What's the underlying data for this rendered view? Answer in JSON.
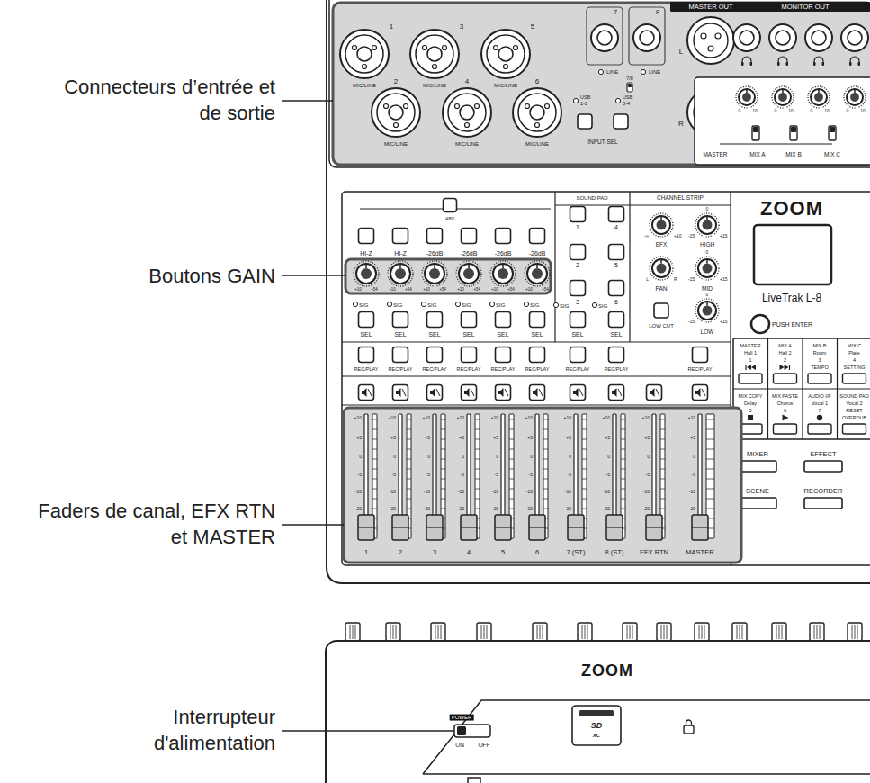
{
  "diagram": {
    "labels": [
      "Connecteurs d’entrée et de sortie",
      "Boutons GAIN",
      "Faders de canal, EFX RTN et MASTER",
      "Interrupteur d'alimentation",
      "1",
      "2",
      "3",
      "4",
      "5",
      "6",
      "MIC/LINE",
      "MIC/LINE",
      "MIC/LINE",
      "MIC/LINE",
      "MIC/LINE",
      "MIC/LINE",
      "7",
      "8",
      "LINE",
      "LINE",
      "7/8",
      "USB 1-2",
      "USB 3-4",
      "INPUT SEL",
      "MASTER OUT",
      "MONITOR OUT",
      "L",
      "R",
      "0",
      "10",
      "0",
      "10",
      "0",
      "10",
      "0",
      "10",
      "MASTER",
      "MIX A",
      "MIX B",
      "MIX C",
      "48V",
      "HI-Z",
      "HI-Z",
      "-26dB",
      "-26dB",
      "-26dB",
      "-26dB",
      "+10",
      "+54",
      "+10",
      "+54",
      "+10",
      "+54",
      "+10",
      "+54",
      "+10",
      "+54",
      "+10",
      "+54",
      "SIG",
      "SIG",
      "SIG",
      "SIG",
      "SIG",
      "SIG",
      "SIG",
      "SIG",
      "SEL",
      "SEL",
      "SEL",
      "SEL",
      "SEL",
      "SEL",
      "SEL",
      "SEL",
      "REC/PLAY",
      "REC/PLAY",
      "REC/PLAY",
      "REC/PLAY",
      "REC/PLAY",
      "REC/PLAY",
      "REC/PLAY",
      "REC/PLAY",
      "REC/PLAY",
      "SOUND PAD",
      "1",
      "2",
      "3",
      "4",
      "5",
      "6",
      "CHANNEL STRIP",
      "-∞",
      "+10",
      "EFX",
      "0",
      "-15",
      "+15",
      "HIGH",
      "L",
      "R",
      "PAN",
      "0",
      "-15",
      "+15",
      "MID",
      "LOW CUT",
      "0",
      "-15",
      "+15",
      "LOW",
      "ZOOM",
      "LiveTrak L-8",
      "PUSH ENTER",
      "MASTER",
      "Hall 1",
      "1",
      "MIX A",
      "Hall 2",
      "2",
      "MIX B",
      "Room",
      "3",
      "TEMPO",
      "MIX C",
      "Plate",
      "4",
      "SETTING",
      "MIX COPY",
      "Delay",
      "5",
      "MIX PASTE",
      "Chorus",
      "6",
      "AUDIO I/F",
      "Vocal 1",
      "7",
      "SOUND PAD",
      "Vocal 2",
      "RESET",
      "OVERDUB",
      "MIXER",
      "EFFECT",
      "SCENE",
      "RECORDER",
      "+10",
      "+5",
      "0",
      "-5",
      "-10",
      "-20",
      "+10",
      "+5",
      "0",
      "-5",
      "-10",
      "-20",
      "+10",
      "+5",
      "0",
      "-5",
      "-10",
      "-20",
      "+10",
      "+5",
      "0",
      "-5",
      "-10",
      "-20",
      "+10",
      "+5",
      "0",
      "-5",
      "-10",
      "-20",
      "+10",
      "+5",
      "0",
      "-5",
      "-10",
      "-20",
      "+10",
      "+5",
      "0",
      "-5",
      "-10",
      "-20",
      "+10",
      "+5",
      "0",
      "-5",
      "-10",
      "-20",
      "+10",
      "+5",
      "0",
      "-5",
      "-10",
      "-20",
      "+10",
      "+5",
      "0",
      "-5",
      "-10",
      "-20",
      "1",
      "2",
      "3",
      "4",
      "5",
      "6",
      "7 (ST)",
      "8 (ST)",
      "EFX RTN",
      "MASTER",
      "ZOOM",
      "POWER",
      "ON",
      "OFF",
      "SD",
      "XC"
    ]
  }
}
